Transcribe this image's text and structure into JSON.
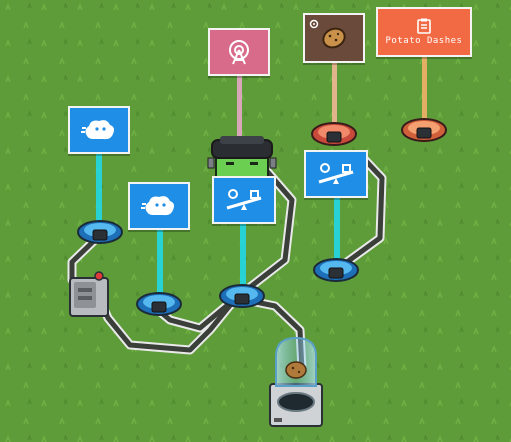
{
  "colors": {
    "grass": "#5d9c38",
    "belt": "#3a3f3a",
    "belt_edge": "#e9e9e9",
    "beam_cyan": "#22d7e6",
    "beam_pink": "#e6a6c8",
    "beam_peach": "#f1b795",
    "beam_orange": "#f2b268",
    "sign_blue": "#1f8ee6",
    "sign_pink": "#d86a8a",
    "sign_brown": "#6a4a3a",
    "sign_orange": "#f26a43"
  },
  "signs": [
    {
      "id": "sign-speed-1",
      "icon": "cloud-face-icon"
    },
    {
      "id": "sign-speed-2",
      "icon": "cloud-face-icon"
    },
    {
      "id": "sign-seesaw-1",
      "icon": "seesaw-icon"
    },
    {
      "id": "sign-seesaw-2",
      "icon": "seesaw-icon"
    },
    {
      "id": "sign-signal",
      "icon": "radio-tower-icon"
    },
    {
      "id": "sign-potato",
      "icon": "potato-icon"
    },
    {
      "id": "sign-recipe",
      "icon": "clipboard-icon",
      "label": "Potato Dashes"
    }
  ],
  "nodes": [
    {
      "id": "node-1",
      "kind": "blue-pad"
    },
    {
      "id": "node-2",
      "kind": "blue-pad"
    },
    {
      "id": "node-3",
      "kind": "blue-pad"
    },
    {
      "id": "node-4",
      "kind": "blue-pad"
    },
    {
      "id": "node-5",
      "kind": "red-pad"
    },
    {
      "id": "node-6",
      "kind": "red-pad"
    }
  ],
  "machines": [
    {
      "id": "control-box",
      "icon": "control-box-icon"
    },
    {
      "id": "frankenstein-robot",
      "icon": "robot-head-icon"
    },
    {
      "id": "potato-dome",
      "icon": "potato-dome-icon"
    }
  ]
}
